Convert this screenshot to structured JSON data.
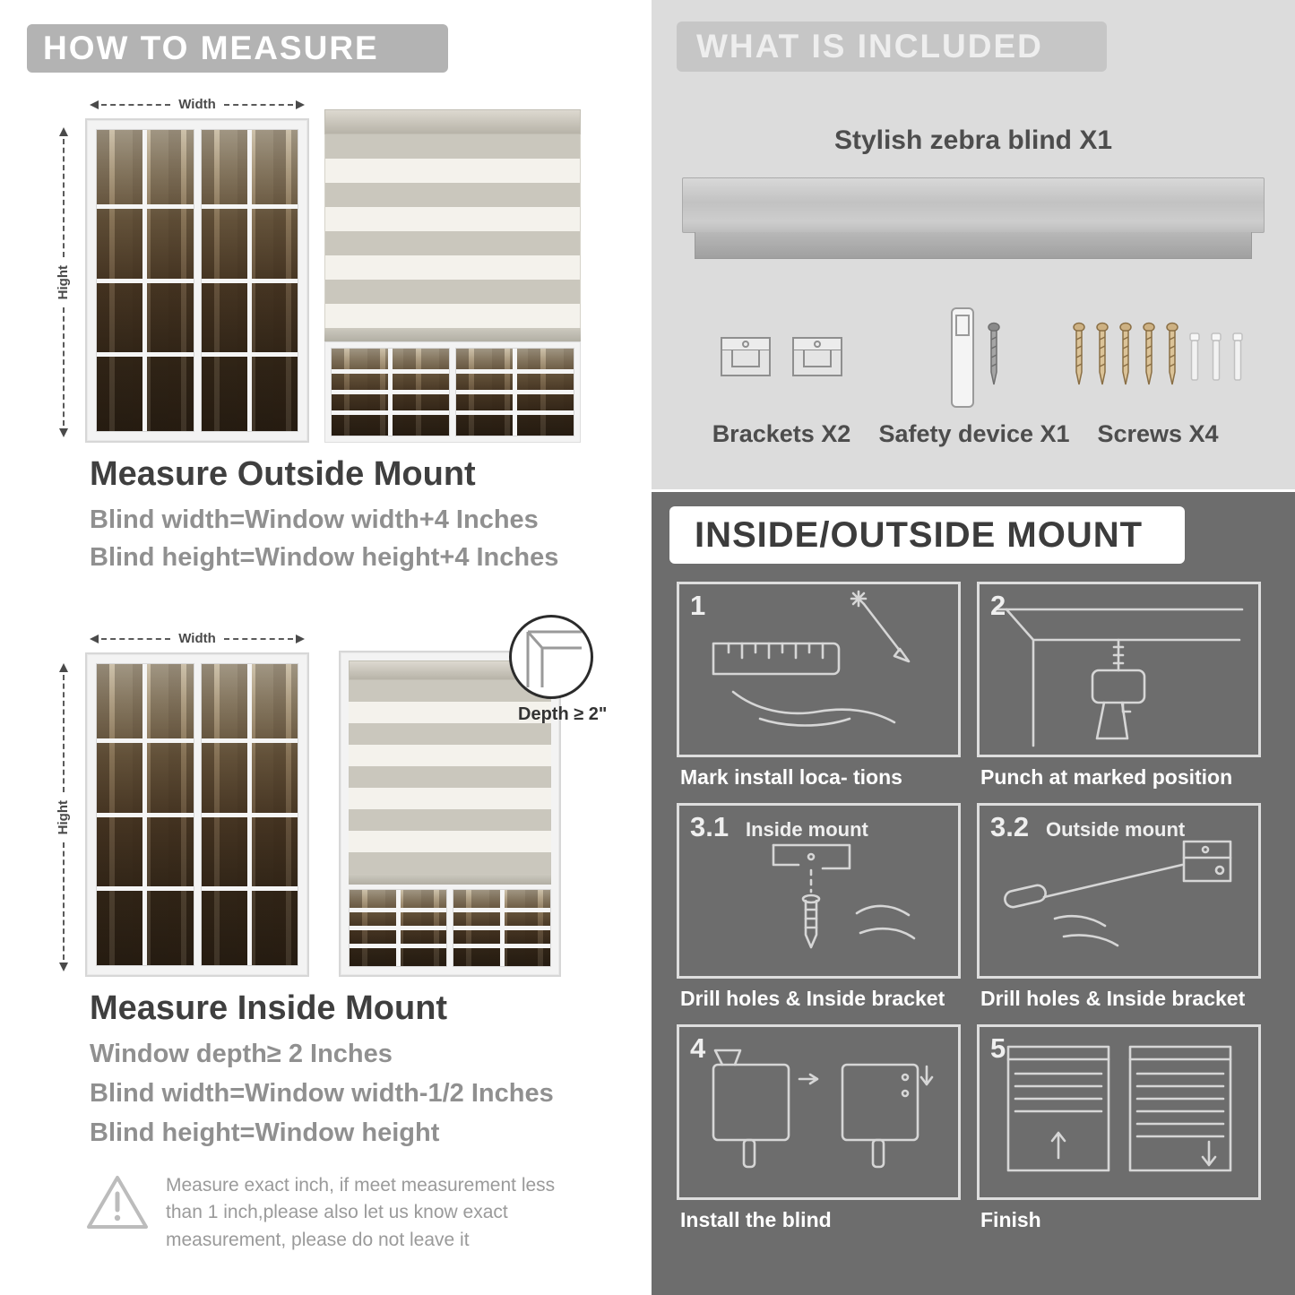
{
  "colors": {
    "left_banner_bg": "#b3b3b3",
    "included_section_bg": "#dcdcdc",
    "included_banner_bg": "#c6c6c6",
    "mount_section_bg": "#6d6d6d",
    "heading_text": "#3f3f3f",
    "body_text": "#909090",
    "caption_text": "#ffffff",
    "line_art": "#d6d6d6"
  },
  "left": {
    "header": "HOW TO MEASURE",
    "outside": {
      "width_label": "Width",
      "height_label": "Hight",
      "title": "Measure Outside Mount",
      "lines": [
        "Blind width=Window width+4 Inches",
        "Blind height=Window height+4 Inches"
      ]
    },
    "inside": {
      "width_label": "Width",
      "height_label": "Hight",
      "depth_callout": "Depth ≥ 2\"",
      "title": "Measure Inside Mount",
      "lines": [
        "Window depth≥ 2 Inches",
        "Blind width=Window width-1/2 Inches",
        "Blind height=Window height"
      ]
    },
    "warning": {
      "icon": "warning-triangle-icon",
      "text": "Measure exact inch, if meet measurement less than 1 inch,please also let us know exact measurement, please do not leave it"
    }
  },
  "right": {
    "included": {
      "header": "WHAT IS INCLUDED",
      "blind_label": "Stylish zebra blind X1",
      "items": [
        {
          "icon": "bracket-icon",
          "label": "Brackets X2"
        },
        {
          "icon": "safety-device-icon",
          "label": "Safety device X1"
        },
        {
          "icon": "screw-icon",
          "label": "Screws X4"
        }
      ]
    },
    "mount": {
      "header": "INSIDE/OUTSIDE MOUNT",
      "steps": [
        {
          "number": "1",
          "icon": "measuring-tape-icon",
          "caption": "Mark install loca- tions"
        },
        {
          "number": "2",
          "icon": "drill-icon",
          "caption": "Punch at  marked position"
        },
        {
          "number": "3.1",
          "inner_label": "Inside mount",
          "icon": "bracket-screw-icon",
          "caption": "Drill holes &  Inside bracket"
        },
        {
          "number": "3.2",
          "inner_label": "Outside mount",
          "icon": "bracket-screwdriver-icon",
          "caption": "Drill holes &  Inside bracket"
        },
        {
          "number": "4",
          "icon": "install-blind-icon",
          "caption": "Install the blind"
        },
        {
          "number": "5",
          "icon": "finish-blind-icon",
          "caption": "Finish"
        }
      ]
    }
  }
}
